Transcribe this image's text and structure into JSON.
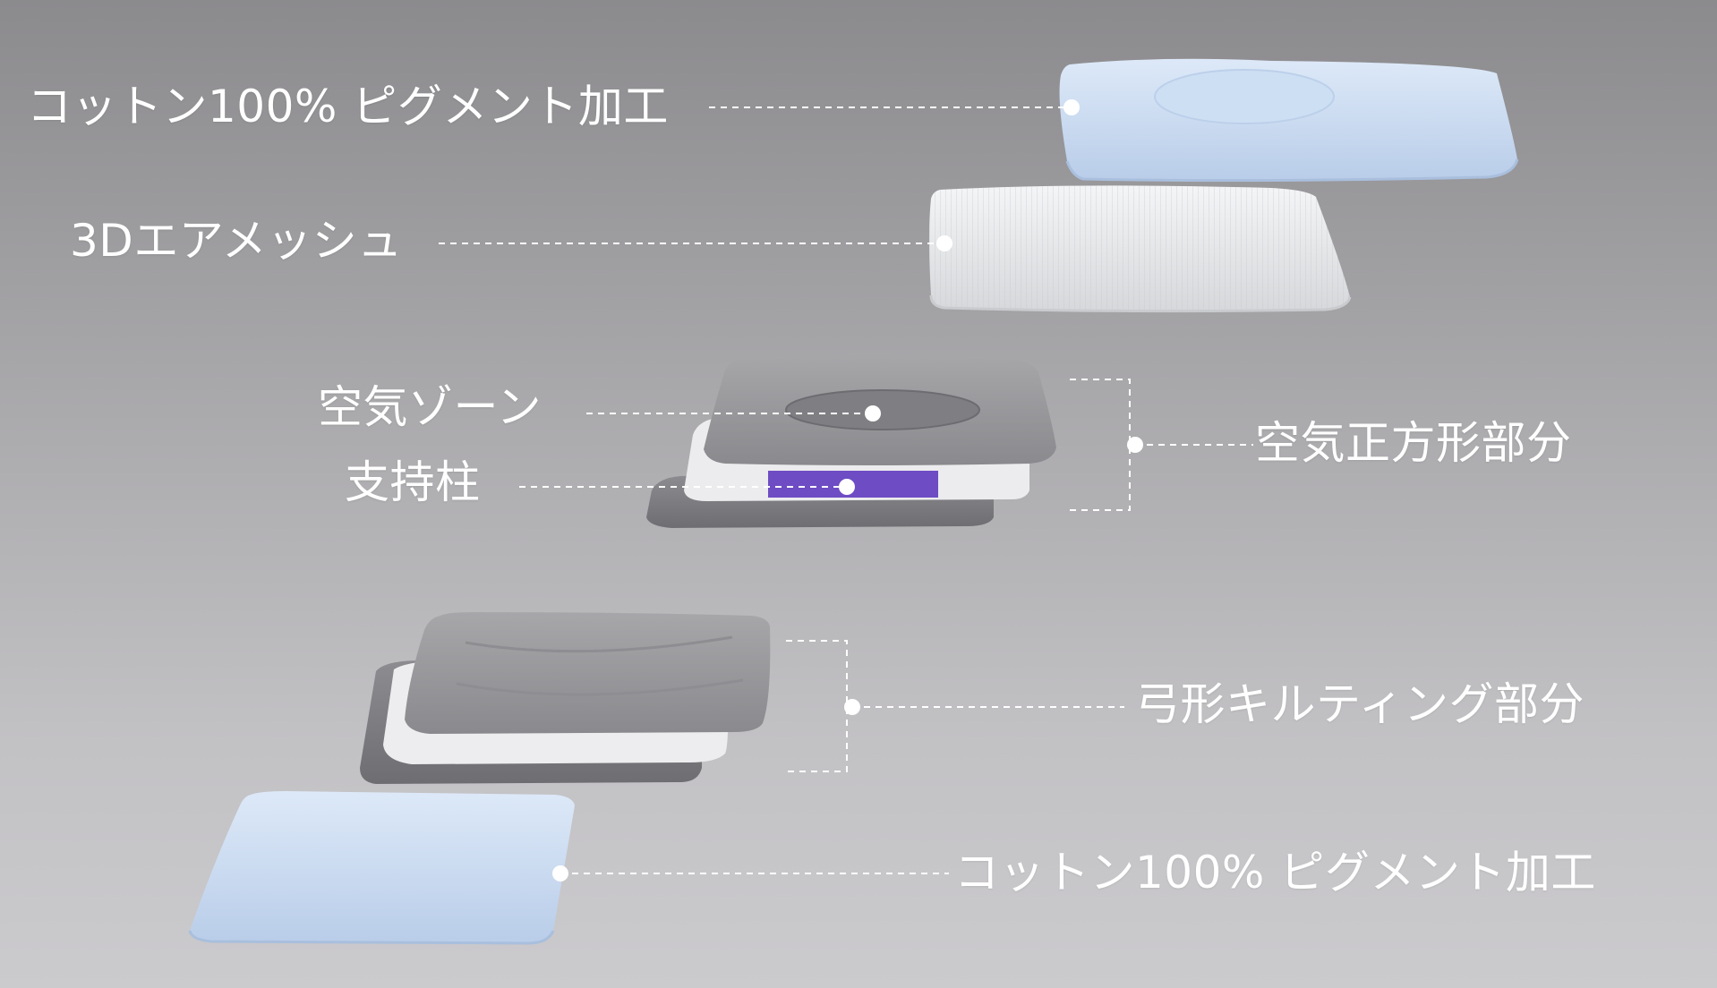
{
  "callouts": {
    "top_cover": "コットン100% ピグメント加工",
    "air_mesh": "3Dエアメッシュ",
    "air_zone": "空気ゾーン",
    "support_pillar": "支持柱",
    "air_square": "空気正方形部分",
    "arc_quilting": "弓形キルティング部分",
    "bottom_cover": "コットン100% ピグメント加工"
  },
  "colors": {
    "cover_blue": "#c9daf0",
    "mesh_white": "#eef0f2",
    "foam_gray": "#9c9ca0",
    "support_purple": "#6e4cc4",
    "leader_line": "#ffffff"
  }
}
